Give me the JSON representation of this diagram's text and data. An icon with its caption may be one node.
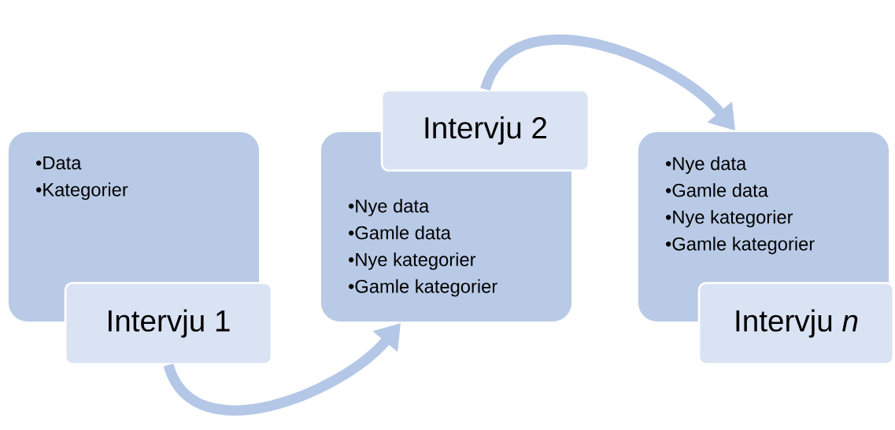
{
  "diagram": {
    "nodes": [
      {
        "text": [
          "•Data",
          "•Kategorier"
        ]
      },
      {
        "text": [
          "Intervju 1"
        ]
      },
      {
        "text": [
          "•Nye data",
          "•Gamle data",
          "•Nye kategorier",
          "•Gamle kategorier"
        ]
      },
      {
        "text": [
          "Intervju 2"
        ]
      },
      {
        "text": [
          "•Nye data",
          "•Gamle data",
          "•Nye kategorier",
          "•Gamle kategorier"
        ]
      },
      {
        "text": [
          "Intervju *n*"
        ]
      }
    ],
    "edges": [
      {
        "from": 1,
        "to": 2,
        "arrow": "to"
      },
      {
        "from": 3,
        "to": 4,
        "arrow": "to"
      }
    ]
  }
}
